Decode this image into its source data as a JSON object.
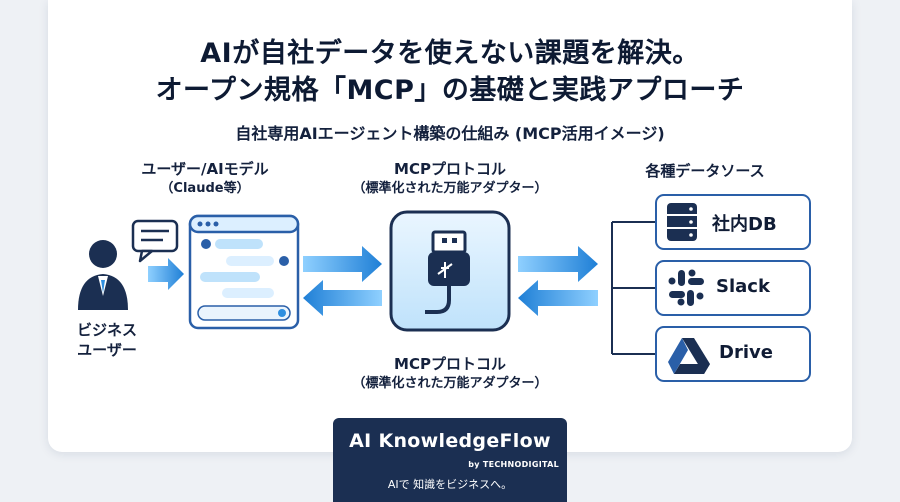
{
  "title_line1": "AIが自社データを使えない課題を解決。",
  "title_line2": "オープン規格「MCP」の基礎と実践アプローチ",
  "subtitle": "自社専用AIエージェント構築の仕組み (MCP活用イメージ)",
  "user_model": {
    "line1": "ユーザー/AIモデル",
    "line2": "（Claude等）"
  },
  "business_user": {
    "line1": "ビジネス",
    "line2": "ユーザー"
  },
  "mcp_top": {
    "line1": "MCPプロトコル",
    "line2": "（標準化された万能アダプター）"
  },
  "mcp_bottom": {
    "line1": "MCPプロトコル",
    "line2": "（標準化された万能アダプター）"
  },
  "sources_heading": "各種データソース",
  "sources": [
    {
      "label": "社内DB",
      "icon": "database-icon"
    },
    {
      "label": "Slack",
      "icon": "slack-icon"
    },
    {
      "label": "Drive",
      "icon": "drive-icon"
    }
  ],
  "footer": {
    "brand": "AI KnowledgeFlow",
    "by": "by TECHNODIGITAL",
    "tagline": "AIで 知識をビジネスへ。"
  },
  "colors": {
    "navy": "#1b2f52",
    "arrow_blue": "#2f8fe0",
    "light_blue": "#dcefff",
    "border_blue": "#2a5fa8"
  }
}
